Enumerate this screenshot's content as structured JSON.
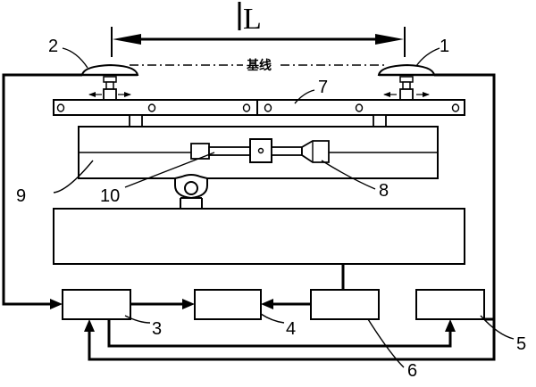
{
  "diagram": {
    "distance_label": "L",
    "baseline_label": "基线",
    "callouts": {
      "n1": "1",
      "n2": "2",
      "n3": "3",
      "n4": "4",
      "n5": "5",
      "n6": "6",
      "n7": "7",
      "n8": "8",
      "n9": "9",
      "n10": "10"
    }
  }
}
